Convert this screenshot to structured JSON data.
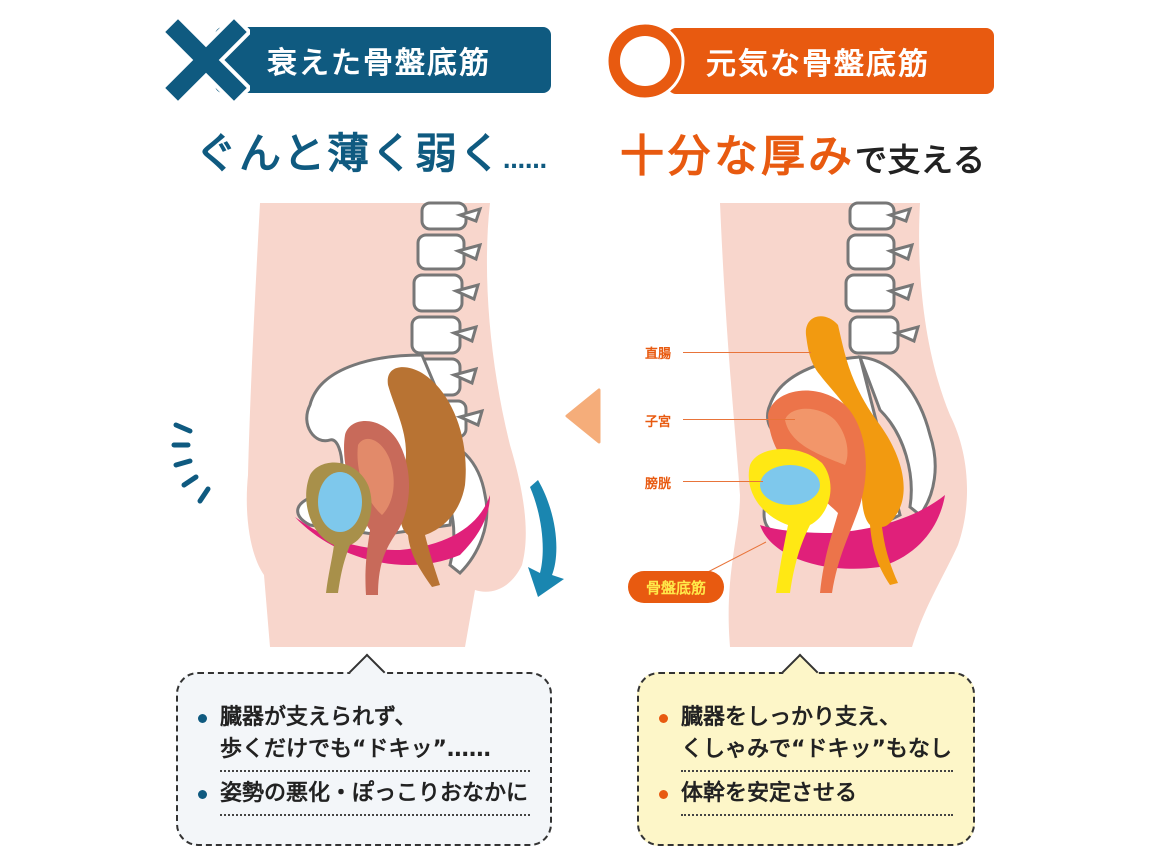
{
  "left_panel": {
    "header": {
      "icon": "x-mark-icon",
      "title": "衰えた骨盤底筋",
      "color": "#0f5a80"
    },
    "subtitle": {
      "main": "ぐんと薄く弱く",
      "ellipsis": "……",
      "color": "#0f5a80"
    },
    "callout": {
      "background": "#f3f6f9",
      "bullet_color": "#0f5a80",
      "items": [
        {
          "line1": "臓器が支えられず、",
          "line2": "歩くだけでも“ドキッ”……"
        },
        {
          "line1": "姿勢の悪化・ぽっこりおなかに"
        }
      ]
    }
  },
  "right_panel": {
    "header": {
      "icon": "circle-mark-icon",
      "title": "元気な骨盤底筋",
      "color": "#e85a10"
    },
    "subtitle": {
      "emphasis": "十分な厚み",
      "rest": "で支える",
      "color": "#e85a10"
    },
    "labels": [
      "直腸",
      "子宮",
      "膀胱"
    ],
    "pelvic_floor_label": "骨盤底筋",
    "callout": {
      "background": "#fdf6c8",
      "bullet_color": "#e85a10",
      "items": [
        {
          "line1": "臓器をしっかり支え、",
          "line2": "くしゃみで“ドキッ”もなし"
        },
        {
          "line1": "体幹を安定させる"
        }
      ]
    }
  },
  "colors": {
    "skin": "#f8d6cc",
    "rectum_weak": "#b87333",
    "uterus_weak": "#c86a5a",
    "bladder_weak": "#a8904a",
    "rectum_healthy": "#f29a10",
    "uterus_healthy": "#ec744a",
    "bladder_healthy": "#ffe814",
    "pelvic_muscle": "#e0207a",
    "arrow_down": "#1a86b0",
    "arrow_compare": "#f5ad7a"
  }
}
